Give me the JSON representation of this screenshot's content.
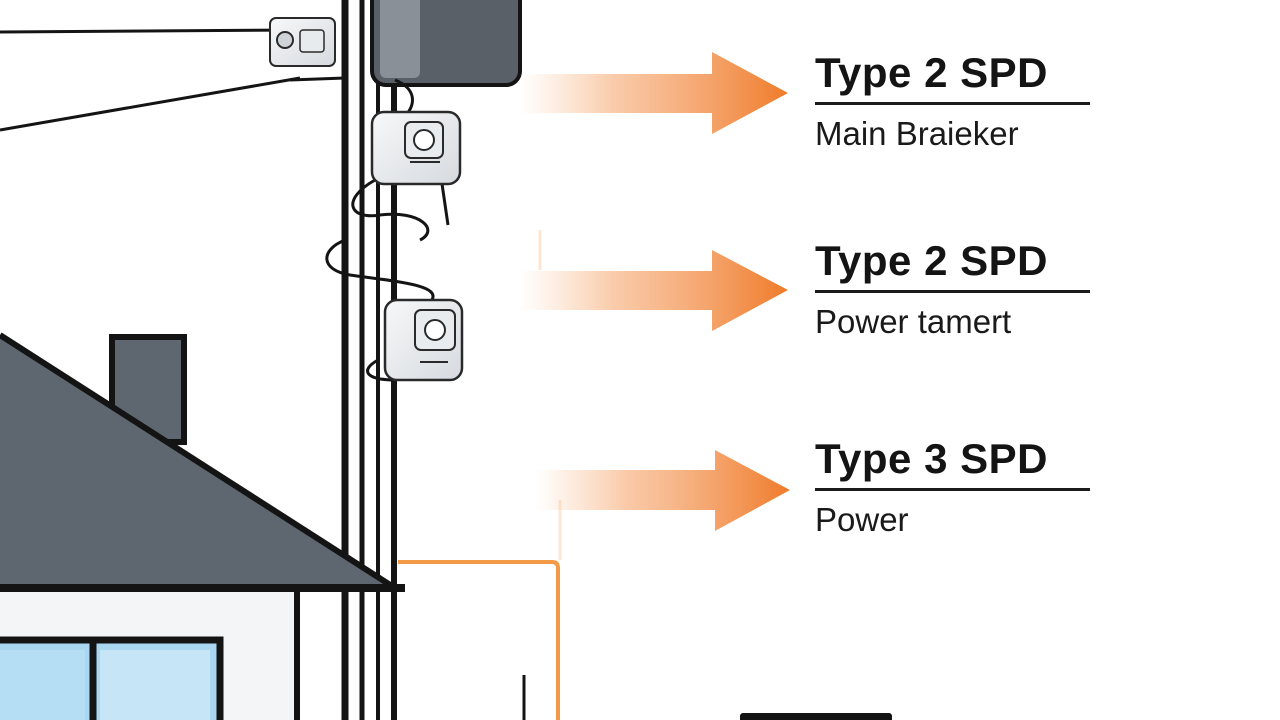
{
  "labels": [
    {
      "title": "Type 2 SPD",
      "subtitle": "Main Braieker"
    },
    {
      "title": "Type 2 SPD",
      "subtitle": "Power tamert"
    },
    {
      "title": "Type 3 SPD",
      "subtitle": "Power"
    }
  ],
  "colors": {
    "arrow": "#f0822e",
    "wire_orange": "#f29a47",
    "roof": "#5e6670",
    "house_wall": "#f4f5f6",
    "window_glass": "#a9d7f2",
    "line": "#141414",
    "meter_box": "#f1f3f5"
  }
}
